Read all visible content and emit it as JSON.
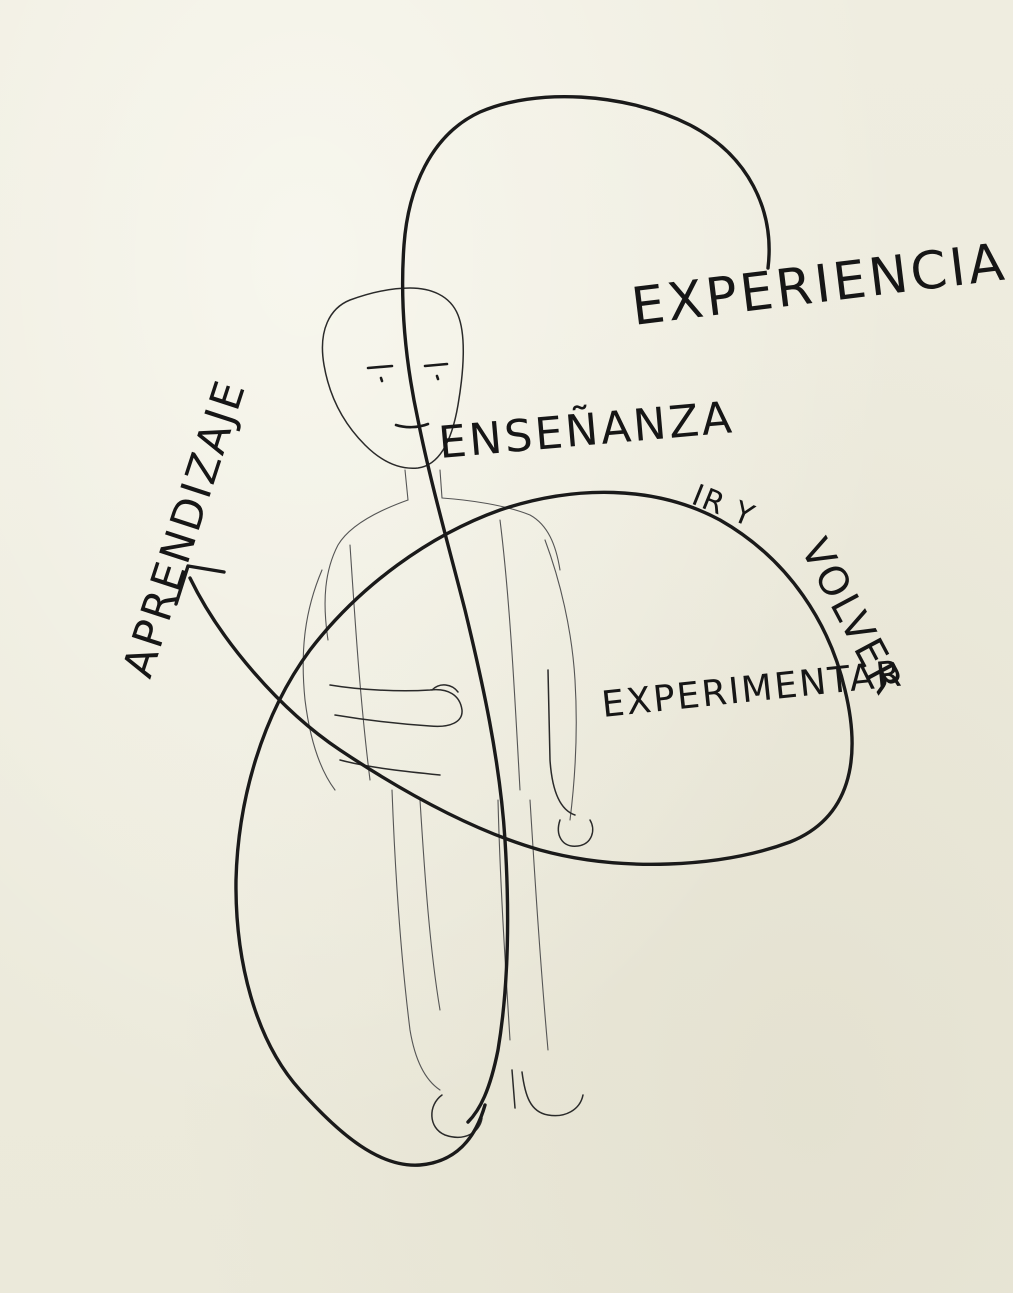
{
  "labels": {
    "experiencia": "EXPERIENCIA",
    "ensenanza": "ENSEÑANZA",
    "aprendizaje": "APRENDIZAJE",
    "ir_y": "IR Y",
    "volver": "VOLVER",
    "experimentar": "EXPERIMENTAR"
  },
  "colors": {
    "paper": "#eeecdf",
    "ink": "#1a1a1a"
  }
}
